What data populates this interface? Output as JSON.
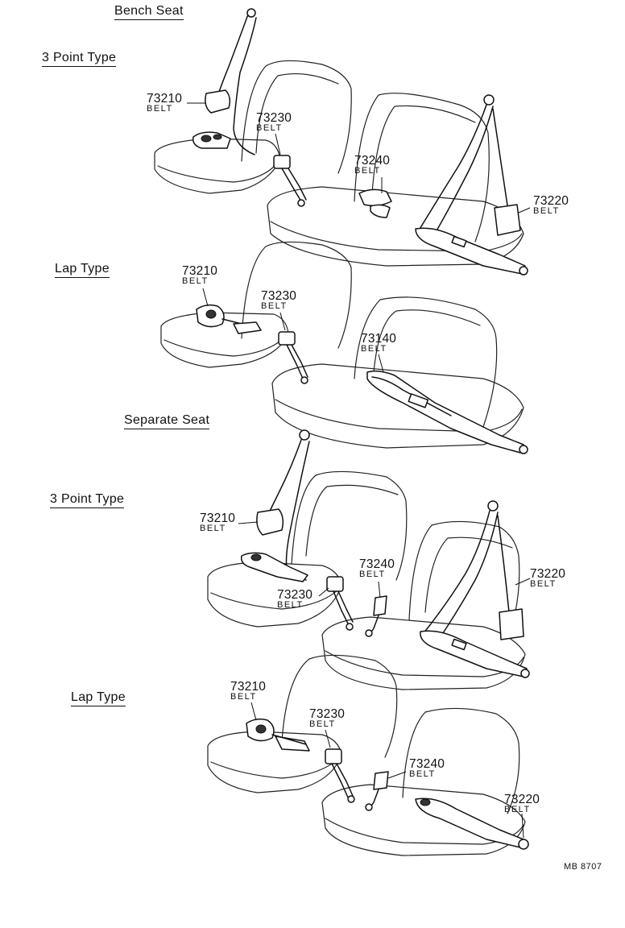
{
  "sections": {
    "bench_seat": "Bench Seat",
    "separate_seat": "Separate Seat",
    "three_point_1": "3 Point Type",
    "lap_1": "Lap Type",
    "three_point_2": "3 Point Type",
    "lap_2": "Lap Type"
  },
  "parts": {
    "sub": "BELT",
    "p1_73210": "73210",
    "p1_73230": "73230",
    "p1_73240": "73240",
    "p1_73220": "73220",
    "p2_73210": "73210",
    "p2_73230": "73230",
    "p2_73140": "73140",
    "p3_73210": "73210",
    "p3_73240": "73240",
    "p3_73230": "73230",
    "p3_73220": "73220",
    "p4_73210": "73210",
    "p4_73230": "73230",
    "p4_73240": "73240",
    "p4_73220": "73220"
  },
  "reference": "MB 8707"
}
